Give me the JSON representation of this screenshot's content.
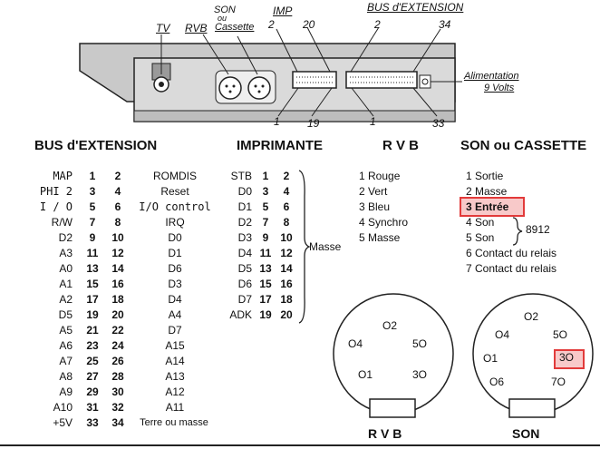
{
  "top": {
    "tv": "TV",
    "rvb": "RVB",
    "son_line1": "SON",
    "son_line2": "ou",
    "son_line3": "Cassette",
    "imp": "IMP",
    "bus": "BUS d'EXTENSION",
    "imp_n2": "2",
    "imp_n20": "20",
    "bus_n2": "2",
    "bus_n34": "34",
    "imp_n1": "1",
    "imp_n19": "19",
    "bus_n1": "1",
    "bus_n33": "33",
    "alim1": "Alimentation",
    "alim2": "9 Volts"
  },
  "headers": {
    "bus": "BUS d'EXTENSION",
    "imp": "IMPRIMANTE",
    "rvb": "R V B",
    "son": "SON ou CASSETTE"
  },
  "bus_rows": [
    {
      "left": "MAP",
      "a": "1",
      "b": "2",
      "right": "ROMDIS",
      "lmono": true,
      "rmono": false
    },
    {
      "left": "PHI 2",
      "a": "3",
      "b": "4",
      "right": "Reset",
      "lmono": true,
      "rmono": false
    },
    {
      "left": "I / O",
      "a": "5",
      "b": "6",
      "right": "I/O control",
      "lmono": true,
      "rmono": true
    },
    {
      "left": "R/W",
      "a": "7",
      "b": "8",
      "right": "IRQ",
      "lmono": false,
      "rmono": false
    },
    {
      "left": "D2",
      "a": "9",
      "b": "10",
      "right": "D0",
      "lmono": false,
      "rmono": false
    },
    {
      "left": "A3",
      "a": "11",
      "b": "12",
      "right": "D1",
      "lmono": false,
      "rmono": false
    },
    {
      "left": "A0",
      "a": "13",
      "b": "14",
      "right": "D6",
      "lmono": false,
      "rmono": false
    },
    {
      "left": "A1",
      "a": "15",
      "b": "16",
      "right": "D3",
      "lmono": false,
      "rmono": false
    },
    {
      "left": "A2",
      "a": "17",
      "b": "18",
      "right": "D4",
      "lmono": false,
      "rmono": false
    },
    {
      "left": "D5",
      "a": "19",
      "b": "20",
      "right": "A4",
      "lmono": false,
      "rmono": false
    },
    {
      "left": "A5",
      "a": "21",
      "b": "22",
      "right": "D7",
      "lmono": false,
      "rmono": false
    },
    {
      "left": "A6",
      "a": "23",
      "b": "24",
      "right": "A15",
      "lmono": false,
      "rmono": false
    },
    {
      "left": "A7",
      "a": "25",
      "b": "26",
      "right": "A14",
      "lmono": false,
      "rmono": false
    },
    {
      "left": "A8",
      "a": "27",
      "b": "28",
      "right": "A13",
      "lmono": false,
      "rmono": false
    },
    {
      "left": "A9",
      "a": "29",
      "b": "30",
      "right": "A12",
      "lmono": false,
      "rmono": false
    },
    {
      "left": "A10",
      "a": "31",
      "b": "32",
      "right": "A11",
      "lmono": false,
      "rmono": false
    },
    {
      "left": "+5V",
      "a": "33",
      "b": "34",
      "right": "Terre ou masse",
      "lmono": false,
      "rmono": false
    }
  ],
  "imp_rows": [
    {
      "left": "STB",
      "a": "1",
      "b": "2"
    },
    {
      "left": "D0",
      "a": "3",
      "b": "4"
    },
    {
      "left": "D1",
      "a": "5",
      "b": "6"
    },
    {
      "left": "D2",
      "a": "7",
      "b": "8"
    },
    {
      "left": "D3",
      "a": "9",
      "b": "10"
    },
    {
      "left": "D4",
      "a": "11",
      "b": "12"
    },
    {
      "left": "D5",
      "a": "13",
      "b": "14"
    },
    {
      "left": "D6",
      "a": "15",
      "b": "16"
    },
    {
      "left": "D7",
      "a": "17",
      "b": "18"
    },
    {
      "left": "ADK",
      "a": "19",
      "b": "20"
    }
  ],
  "imp_masse": "Masse",
  "rvb_list": [
    "1 Rouge",
    "2 Vert",
    "3 Bleu",
    "4 Synchro",
    "5 Masse"
  ],
  "son_list": [
    "1 Sortie",
    "2 Masse",
    "3 Entrée",
    "4 Son",
    "5 Son",
    "6 Contact du relais",
    "7 Contact du relais"
  ],
  "son_8912": "8912",
  "rvb_pins": [
    "O4",
    "O2",
    "5O",
    "O1",
    "3O"
  ],
  "son_pins": [
    "O4",
    "O2",
    "5O",
    "O1",
    "3O",
    "O6",
    "7O"
  ],
  "rvb_label": "R V B",
  "son_label": "SON",
  "highlight_color": "#e23a3a"
}
